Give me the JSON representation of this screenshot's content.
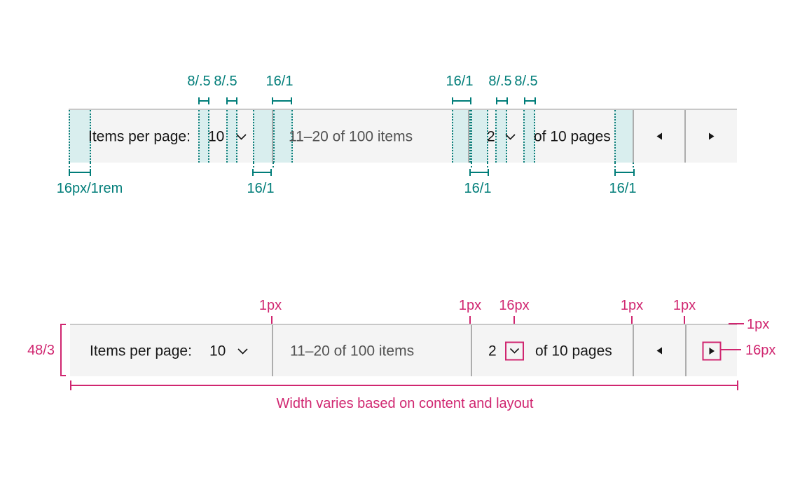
{
  "pagination": {
    "items_per_page_label": "Items per page:",
    "page_size": "10",
    "range_text": "11–20 of 100 items",
    "current_page": "2",
    "pages_text": "of 10 pages"
  },
  "icons": {
    "page_size_trigger": "chevron-down-icon",
    "page_number_trigger": "chevron-down-icon",
    "previous_page": "caret-left-icon",
    "next_page": "caret-right-icon"
  },
  "colors": {
    "teal_annotation": "#007d79",
    "teal_highlight_fill": "#d9eeee",
    "pink_annotation": "#d02670",
    "bar_background": "#f4f4f4",
    "bar_top_border": "#c8c8c8",
    "divider": "#adadad",
    "text_primary": "#161616",
    "text_secondary": "#525252"
  },
  "spacing_spec": {
    "top_labels": [
      "8/.5",
      "8/.5",
      "16/1",
      "16/1",
      "8/.5",
      "8/.5"
    ],
    "bottom_labels": [
      "16px/1rem",
      "16/1",
      "16/1",
      "16/1"
    ]
  },
  "size_spec": {
    "top_labels": [
      "1px",
      "1px",
      "16px",
      "1px",
      "1px"
    ],
    "right_labels": [
      "1px",
      "16px"
    ],
    "height_label": "48/3",
    "width_note": "Width varies based on content and layout"
  }
}
